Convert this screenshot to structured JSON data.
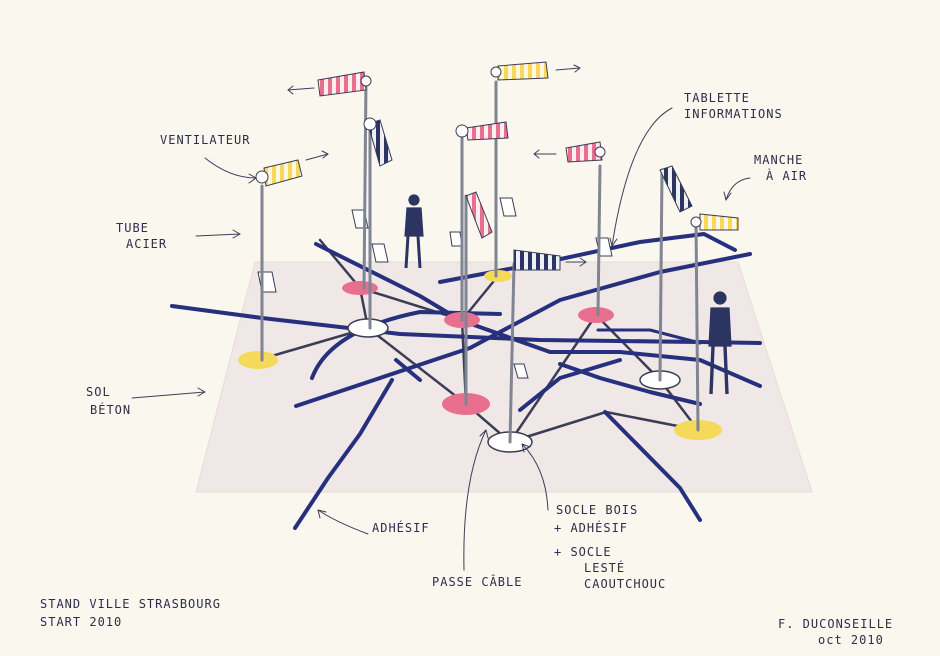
{
  "labels": {
    "ventilateur": "VENTiLATEUR",
    "tube_line1": "TUBE",
    "tube_line2": "ACiER",
    "sol_line1": "SOL",
    "sol_line2": "BÉTON",
    "adhesif": "ADHÉSiF",
    "passe_cable": "PASSE CÂBLE",
    "tablette_line1": "TABLETTE",
    "tablette_line2": "iNFORMATiONS",
    "manche_line1": "MANCHE",
    "manche_line2": "À AiR",
    "socle_line1": "SOCLE BOiS",
    "socle_line2": "+ ADHÉSiF",
    "socle_line3": "+ SOCLE",
    "socle_line4": "LESTÉ",
    "socle_line5": "CAOUTCHOUC"
  },
  "caption": {
    "line1": "STAND ViLLE STRASBOURG",
    "line2": "START 2010"
  },
  "signature": {
    "name": "F. DUCONSEiLLE",
    "date": "oct 2010"
  },
  "colors": {
    "paper": "#faf7ee",
    "floor": "#f0e8e6",
    "line_blue": "#26307f",
    "pink": "#e8708e",
    "yellow": "#f4d95a",
    "navy_sock": "#2c3461"
  }
}
